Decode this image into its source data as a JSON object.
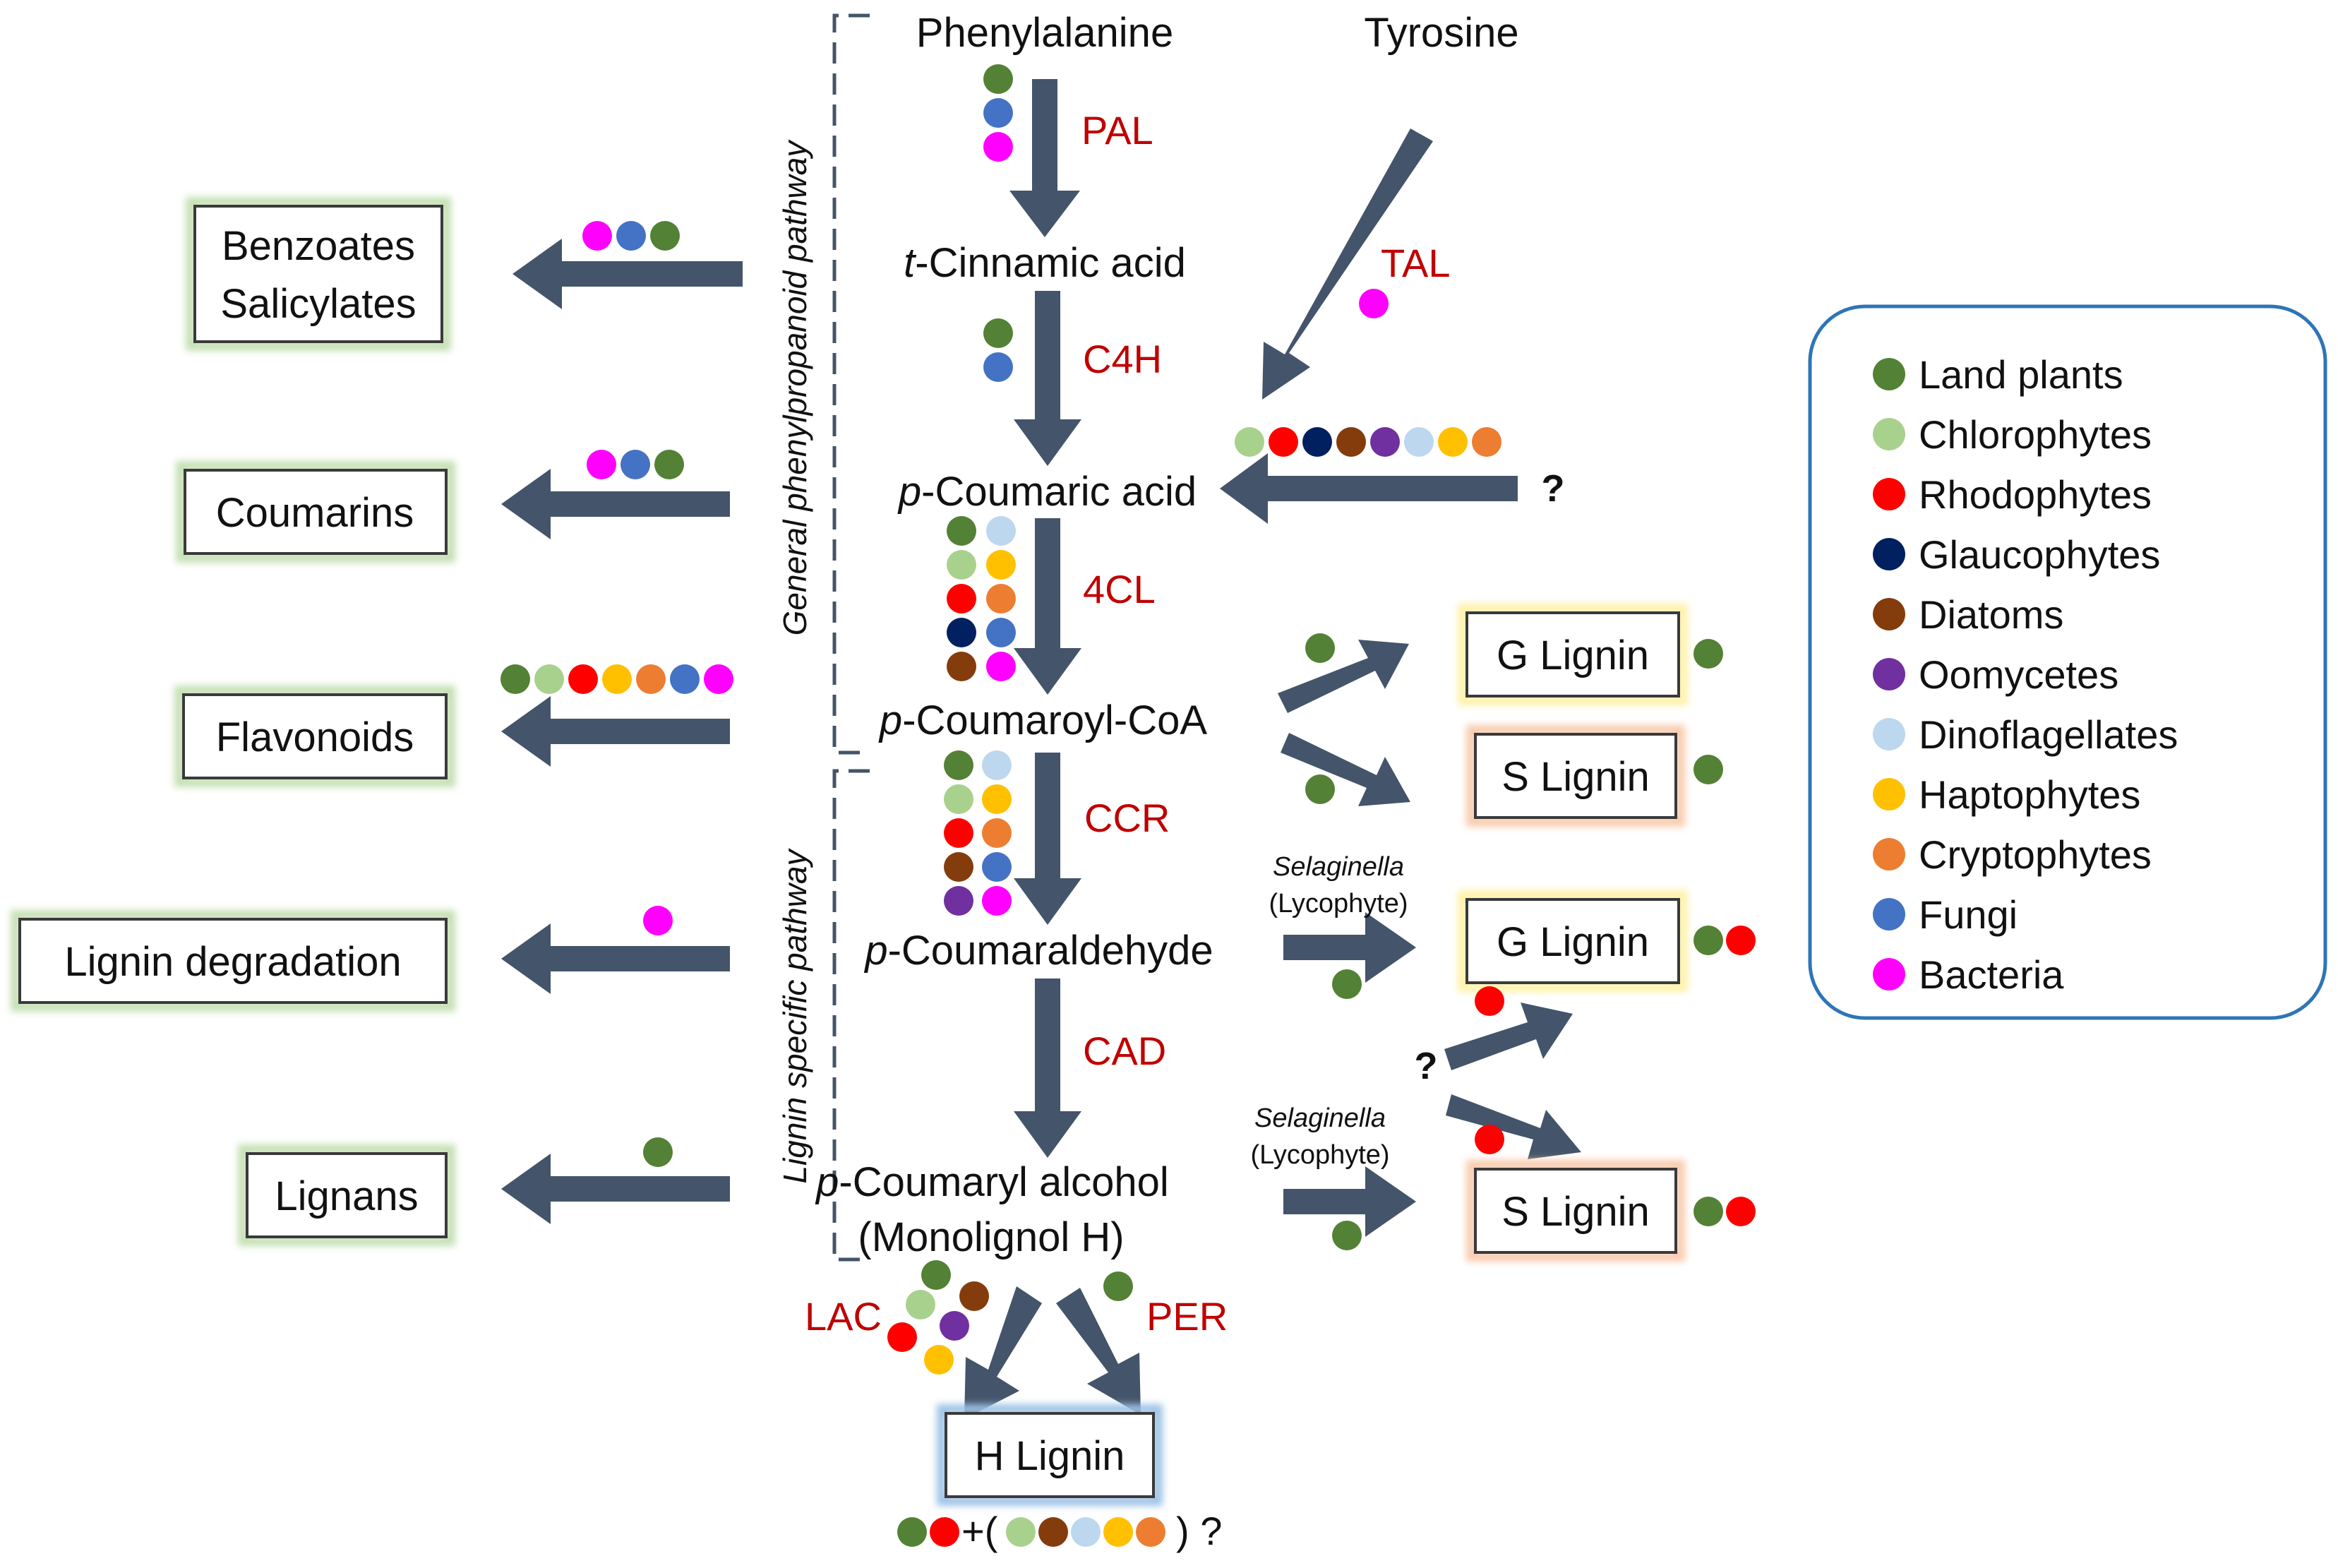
{
  "colors": {
    "land_plants": "#538135",
    "chlorophytes": "#a9d18e",
    "rhodophytes": "#ff0000",
    "glaucophytes": "#002060",
    "diatoms": "#843c0c",
    "oomycetes": "#7030a0",
    "dinoflagellates": "#bdd7ee",
    "haptophytes": "#ffc000",
    "cryptophytes": "#ed7d31",
    "fungi": "#4472c4",
    "bacteria": "#ff00ff",
    "enzyme_text": "#c00000",
    "arrow": "#44546a",
    "box_green_glow": "#c5e0b4",
    "box_yellow_glow": "#fff2a8",
    "box_orange_glow": "#f8cbad",
    "box_blue_glow": "#9dc3e6",
    "legend_border": "#2e75b6"
  },
  "brackets": {
    "general": "General phenylpropanoid pathway",
    "lignin_specific": "Lignin specific pathway"
  },
  "compounds": {
    "phenylalanine": "Phenylalanine",
    "tyrosine": "Tyrosine",
    "cinnamic_prefix": "t",
    "cinnamic_suffix": "-Cinnamic acid",
    "coumaric_prefix": "p",
    "coumaric_suffix": "-Coumaric acid",
    "coumaroyl_prefix": "p",
    "coumaroyl_suffix": "-Coumaroyl-CoA",
    "coumaraldehyde_prefix": "p",
    "coumaraldehyde_suffix": "-Coumaraldehyde",
    "coumaryl_prefix": "p",
    "coumaryl_suffix": "-Coumaryl alcohol",
    "monolignol": "(Monolignol H)"
  },
  "enzymes": {
    "pal": "PAL",
    "c4h": "C4H",
    "tal": "TAL",
    "fourcl": "4CL",
    "ccr": "CCR",
    "cad": "CAD",
    "lac": "LAC",
    "per": "PER"
  },
  "branch_products": {
    "benzoates_line1": "Benzoates",
    "benzoates_line2": "Salicylates",
    "coumarins": "Coumarins",
    "flavonoids": "Flavonoids",
    "lignin_degradation": "Lignin degradation",
    "lignans": "Lignans"
  },
  "lignins": {
    "g_lignin_1": "G Lignin",
    "s_lignin_1": "S Lignin",
    "g_lignin_2": "G Lignin",
    "s_lignin_2": "S Lignin",
    "h_lignin": "H Lignin"
  },
  "annotations": {
    "selaginella_1": "Selaginella",
    "lycophyte_1": "(Lycophyte)",
    "selaginella_2": "Selaginella",
    "lycophyte_2": "(Lycophyte)",
    "question_tyrosine": "?",
    "question_middle": "?",
    "h_plus": "+(",
    "h_close": ") ?"
  },
  "legend": {
    "items": [
      {
        "label": "Land plants",
        "color": "#538135"
      },
      {
        "label": "Chlorophytes",
        "color": "#a9d18e"
      },
      {
        "label": "Rhodophytes",
        "color": "#ff0000"
      },
      {
        "label": "Glaucophytes",
        "color": "#002060"
      },
      {
        "label": "Diatoms",
        "color": "#843c0c"
      },
      {
        "label": "Oomycetes",
        "color": "#7030a0"
      },
      {
        "label": "Dinoflagellates",
        "color": "#bdd7ee"
      },
      {
        "label": "Haptophytes",
        "color": "#ffc000"
      },
      {
        "label": "Cryptophytes",
        "color": "#ed7d31"
      },
      {
        "label": "Fungi",
        "color": "#4472c4"
      },
      {
        "label": "Bacteria",
        "color": "#ff00ff"
      }
    ]
  }
}
